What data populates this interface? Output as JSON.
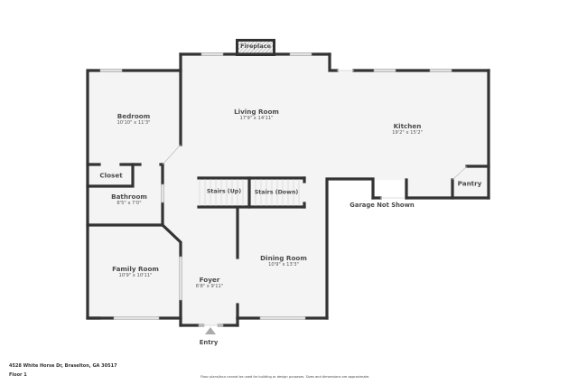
{
  "plan": {
    "address": "4528 White Horse Dr, Braselton, GA 30517",
    "floor": "Floor 1",
    "disclaimer": "Floor plans/tour cannot be used for building or design purposes. Sizes and dimensions are approximate.",
    "colors": {
      "wall": "#333333",
      "floor": "#f4f4f4",
      "window": "#d7d7d7",
      "background": "#ffffff"
    }
  },
  "rooms": {
    "bedroom": {
      "name": "Bedroom",
      "dims": "10'10\" x 11'3\""
    },
    "living_room": {
      "name": "Living Room",
      "dims": "17'9\" x 14'11\""
    },
    "kitchen": {
      "name": "Kitchen",
      "dims": "19'2\" x 15'2\""
    },
    "closet": {
      "name": "Closet"
    },
    "bathroom": {
      "name": "Bathroom",
      "dims": "8'5\" x 7'0\""
    },
    "family_room": {
      "name": "Family Room",
      "dims": "10'9\" x 10'11\""
    },
    "foyer": {
      "name": "Foyer",
      "dims": "6'8\" x 9'11\""
    },
    "dining_room": {
      "name": "Dining Room",
      "dims": "10'9\" x 13'3\""
    },
    "pantry": {
      "name": "Pantry"
    }
  },
  "features": {
    "fireplace": "Fireplace",
    "stairs_up": "Stairs (Up)",
    "stairs_down": "Stairs (Down)",
    "garage": "Garage Not Shown",
    "entry": "Entry"
  }
}
